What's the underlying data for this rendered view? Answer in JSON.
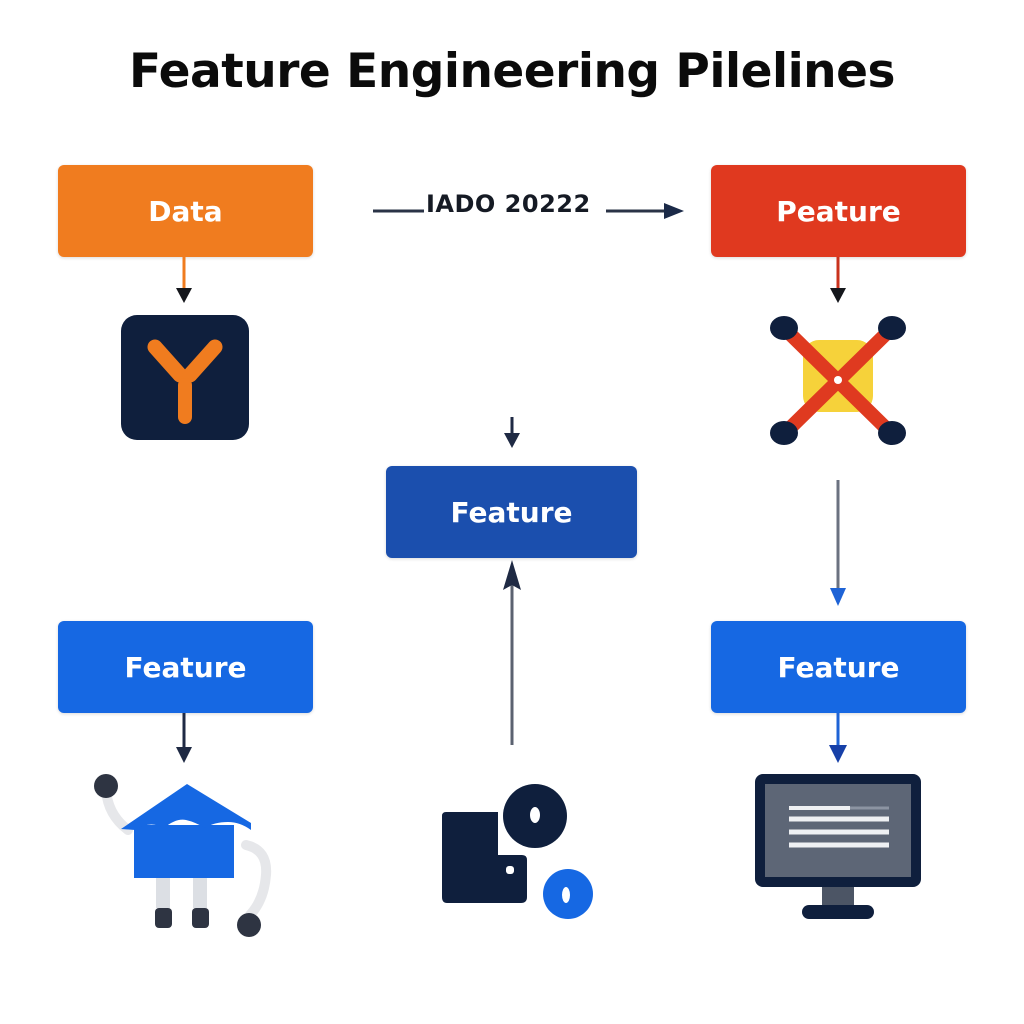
{
  "title": "Feature Engineering Pilelines",
  "flow_label": "IADO 20222",
  "nodes": {
    "data": {
      "label": "Data",
      "color": "#f07c1f"
    },
    "peature": {
      "label": "Peature",
      "color": "#e0391f"
    },
    "center_feature": {
      "label": "Feature",
      "color": "#1b4fae"
    },
    "left_feature": {
      "label": "Feature",
      "color": "#1668e3"
    },
    "right_feature": {
      "label": "Feature",
      "color": "#1668e3"
    }
  },
  "icons": {
    "data_icon": "y-split-icon",
    "peature_icon": "cross-connector-icon",
    "left_icon": "robot-house-icon",
    "center_icon": "device-dials-icon",
    "right_icon": "monitor-icon"
  },
  "colors": {
    "navy": "#0f1f3d",
    "arrow_dark": "#1f2a44",
    "arrow_blue": "#1e63d6",
    "yellow": "#f6d23a"
  }
}
